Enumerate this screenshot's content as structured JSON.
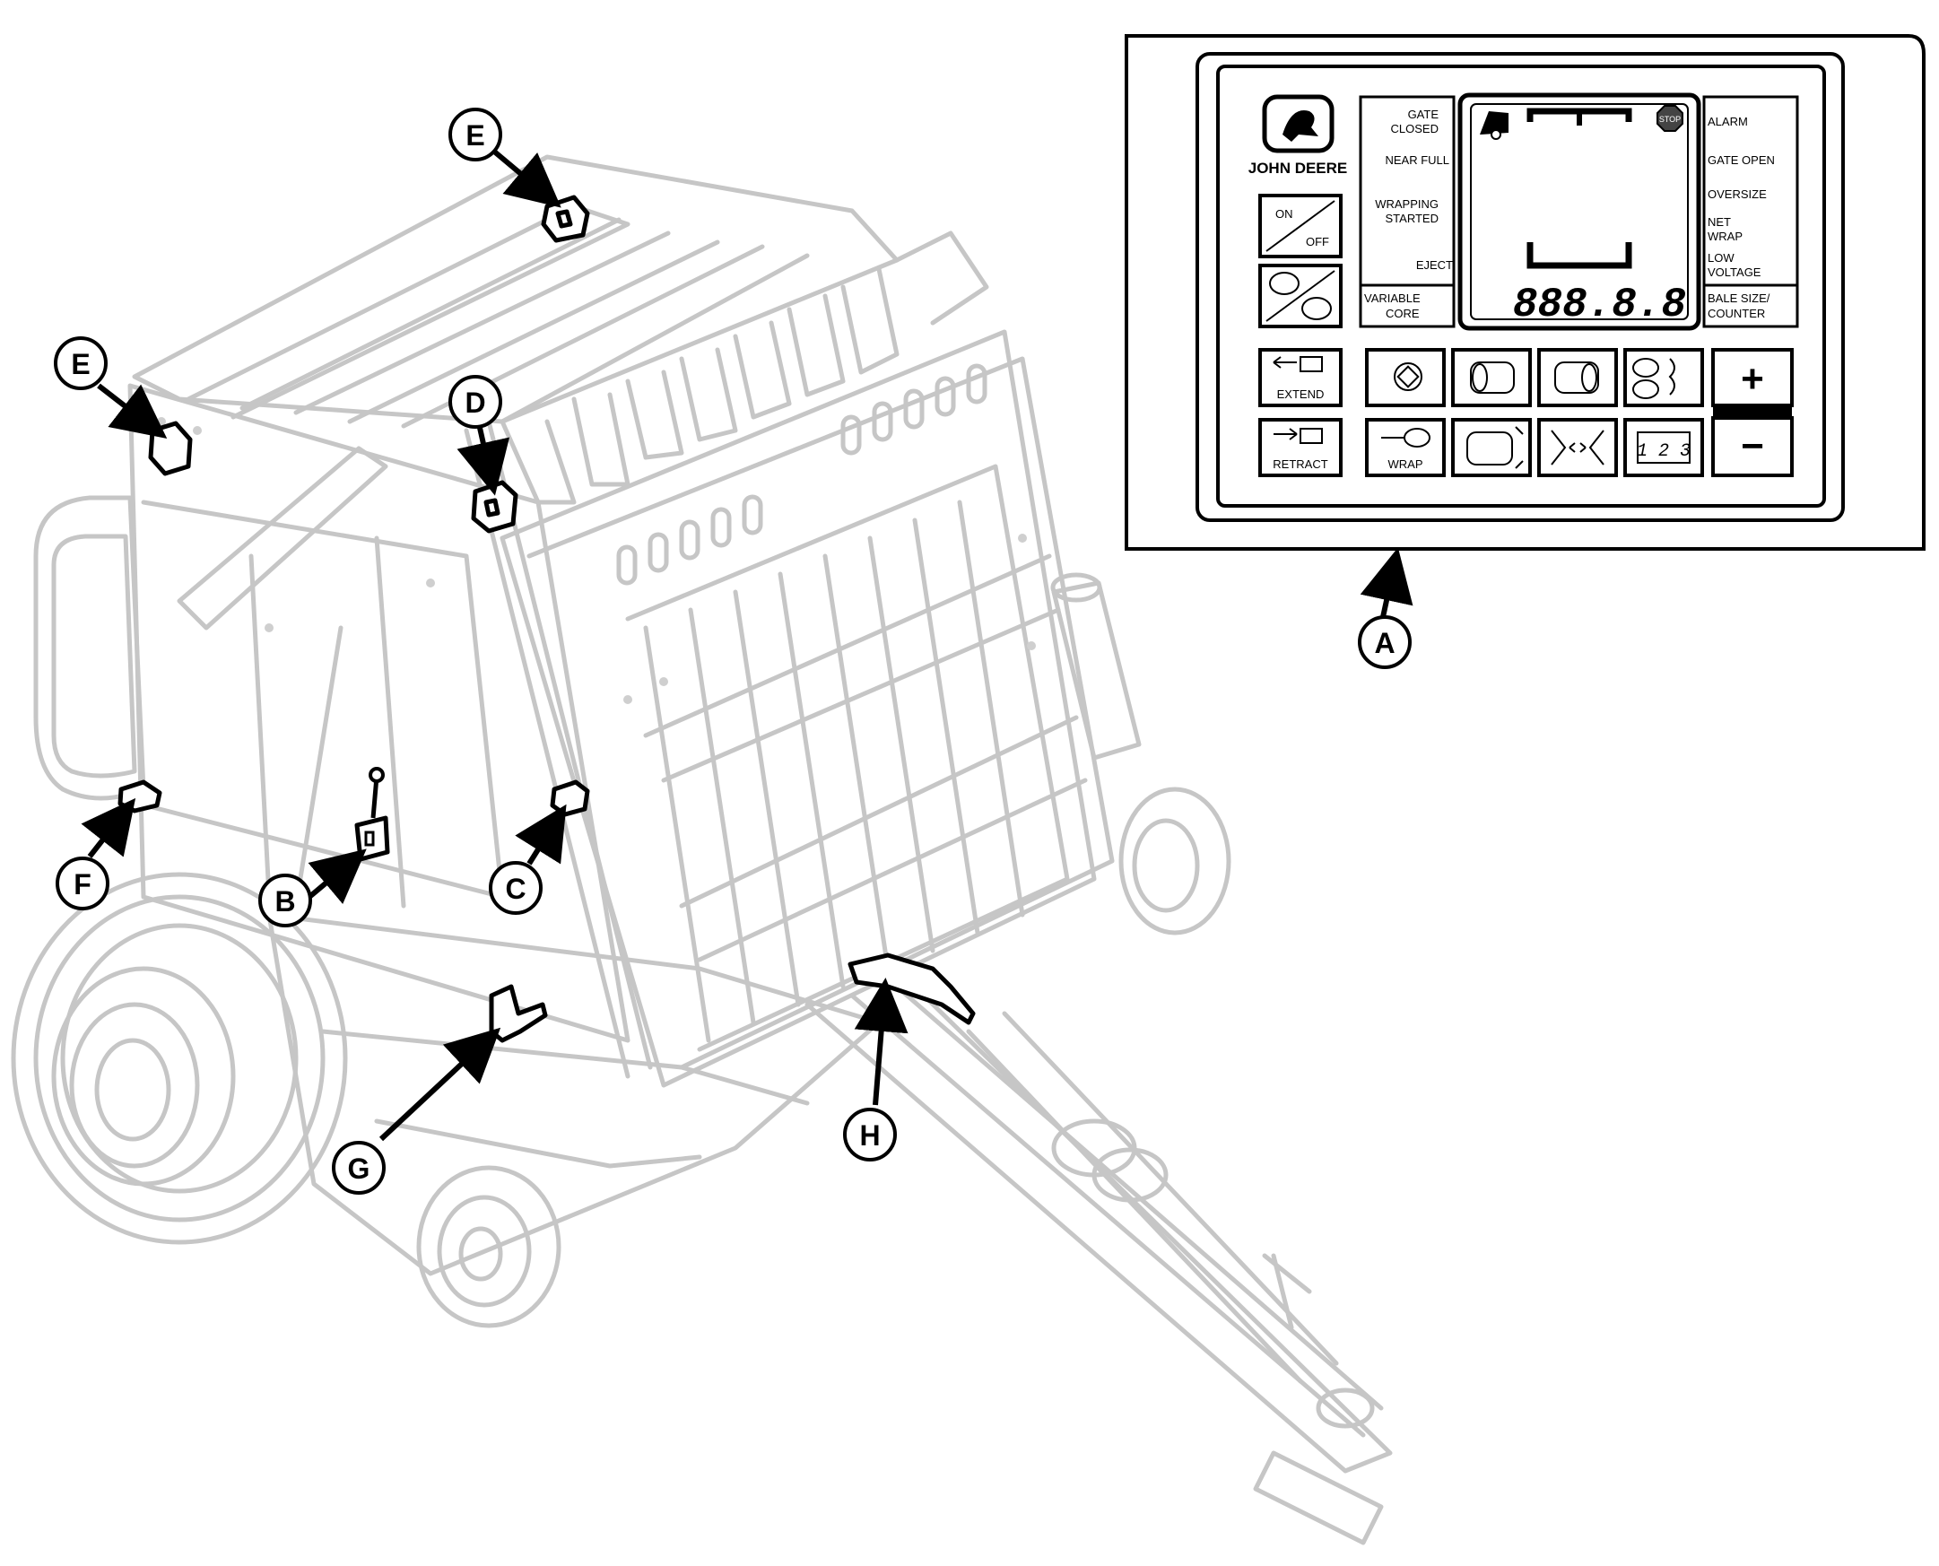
{
  "callouts": {
    "A": "A",
    "B": "B",
    "C": "C",
    "D": "D",
    "E1": "E",
    "E2": "E",
    "F": "F",
    "G": "G",
    "H": "H"
  },
  "monitor": {
    "brand": "JOHN DEERE",
    "left_indicators": [
      "GATE",
      "CLOSED",
      "NEAR FULL",
      "WRAPPING",
      "STARTED",
      "EJECT"
    ],
    "right_indicators": [
      "ALARM",
      "GATE OPEN",
      "OVERSIZE",
      "NET",
      "WRAP",
      "LOW",
      "VOLTAGE"
    ],
    "variable_core": [
      "VARIABLE",
      "CORE"
    ],
    "bale_size": [
      "BALE SIZE/",
      "COUNTER"
    ],
    "display_digits": "888.8.8",
    "stop_label": "STOP",
    "on_label": "ON",
    "off_label": "OFF",
    "extend_label": "EXTEND",
    "retract_label": "RETRACT",
    "wrap_label": "WRAP",
    "counter_icon_text": "1 2 3",
    "plus": "+",
    "minus": "−"
  }
}
